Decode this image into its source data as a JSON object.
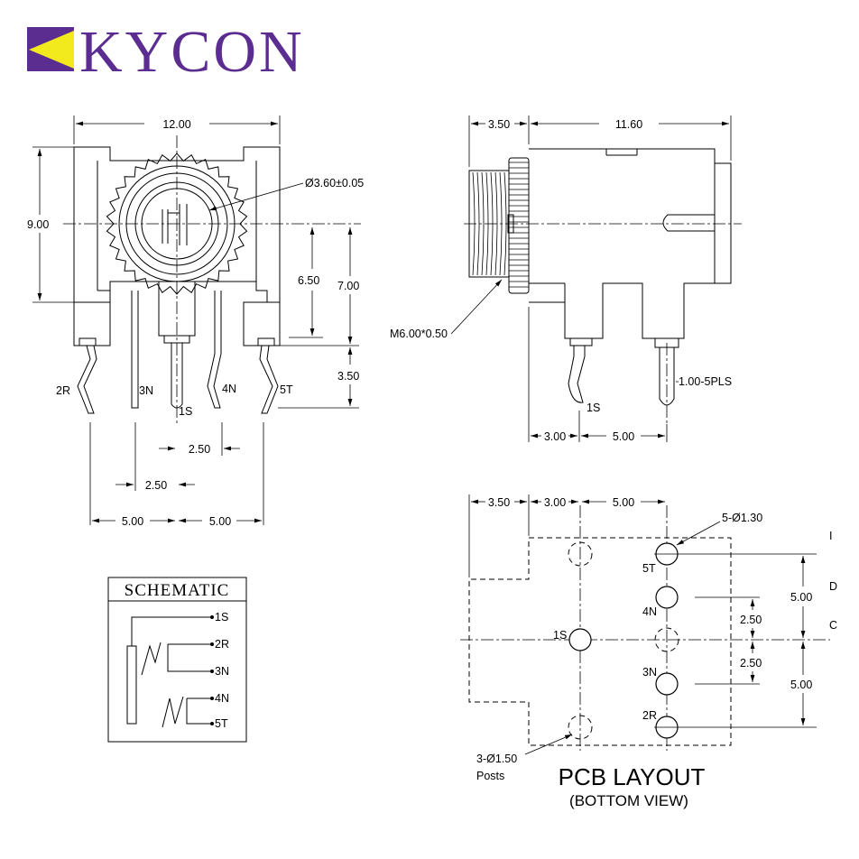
{
  "brand": {
    "name": "KYCON",
    "colors": {
      "purple": "#5b2d91",
      "yellow": "#f2ea1c"
    }
  },
  "front_view": {
    "dims": {
      "width": "12.00",
      "height": "9.00",
      "hole_dia": "Ø3.60±0.05",
      "h650": "6.50",
      "h700": "7.00",
      "h350": "3.50",
      "pitch_a": "2.50",
      "pitch_b": "2.50",
      "span_l": "5.00",
      "span_r": "5.00"
    },
    "pins": {
      "p2r": "2R",
      "p3n": "3N",
      "p1s": "1S",
      "p4n": "4N",
      "p5t": "5T"
    }
  },
  "side_view": {
    "dims": {
      "d350": "3.50",
      "d1160": "11.60",
      "d300": "3.00",
      "d500": "5.00"
    },
    "thread": "M6.00*0.50",
    "pin_note": "1.00-5PLS",
    "pin1s": "1S"
  },
  "schematic": {
    "title": "SCHEMATIC",
    "pins": {
      "p1s": "1S",
      "p2r": "2R",
      "p3n": "3N",
      "p4n": "4N",
      "p5t": "5T"
    }
  },
  "pcb": {
    "title": "PCB LAYOUT",
    "subtitle": "(BOTTOM VIEW)",
    "dims": {
      "top350": "3.50",
      "top300": "3.00",
      "top500": "5.00",
      "hole_note": "5-Ø1.30",
      "r250a": "2.50",
      "r250b": "2.50",
      "r500a": "5.00",
      "r500b": "5.00"
    },
    "post_note": "3-Ø1.50",
    "post_label": "Posts",
    "pins": {
      "p5t": "5T",
      "p4n": "4N",
      "p1s": "1S",
      "p3n": "3N",
      "p2r": "2R"
    },
    "edge_marks": [
      "I",
      "D",
      "C"
    ]
  }
}
